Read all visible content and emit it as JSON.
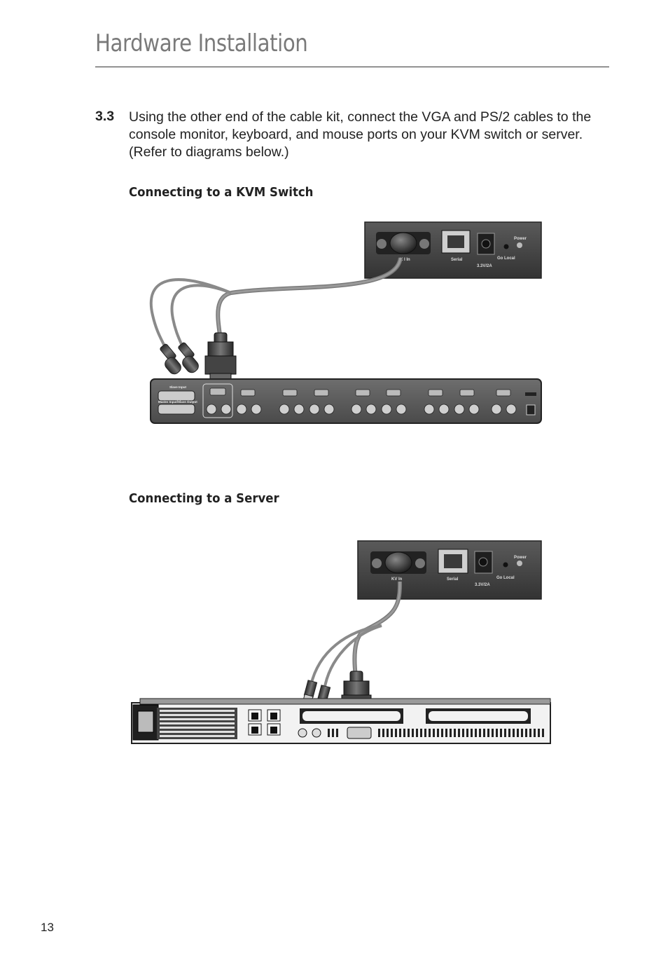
{
  "header": {
    "title": "Hardware Installation"
  },
  "step": {
    "number": "3.3",
    "text": "Using the other end of the cable kit, connect the VGA and PS/2 cables to the console monitor, keyboard, and mouse ports on your KVM switch or server. (Refer to diagrams below.)"
  },
  "sections": [
    {
      "heading": "Connecting to a KVM Switch"
    },
    {
      "heading": "Connecting to a Server"
    }
  ],
  "device": {
    "kvm_in_label_1": "K     I  In",
    "kvm_in_label_2": "KV     In",
    "serial_label": "Serial",
    "voltage_label": "3.3V/2A",
    "go_local_label": "Go Local",
    "power_label": "Power"
  },
  "kvm_switch": {
    "master_input_label": "Slave Input",
    "daisy_chain_label": "Master Input/Slave Output"
  },
  "footer": {
    "page_number": "13"
  }
}
